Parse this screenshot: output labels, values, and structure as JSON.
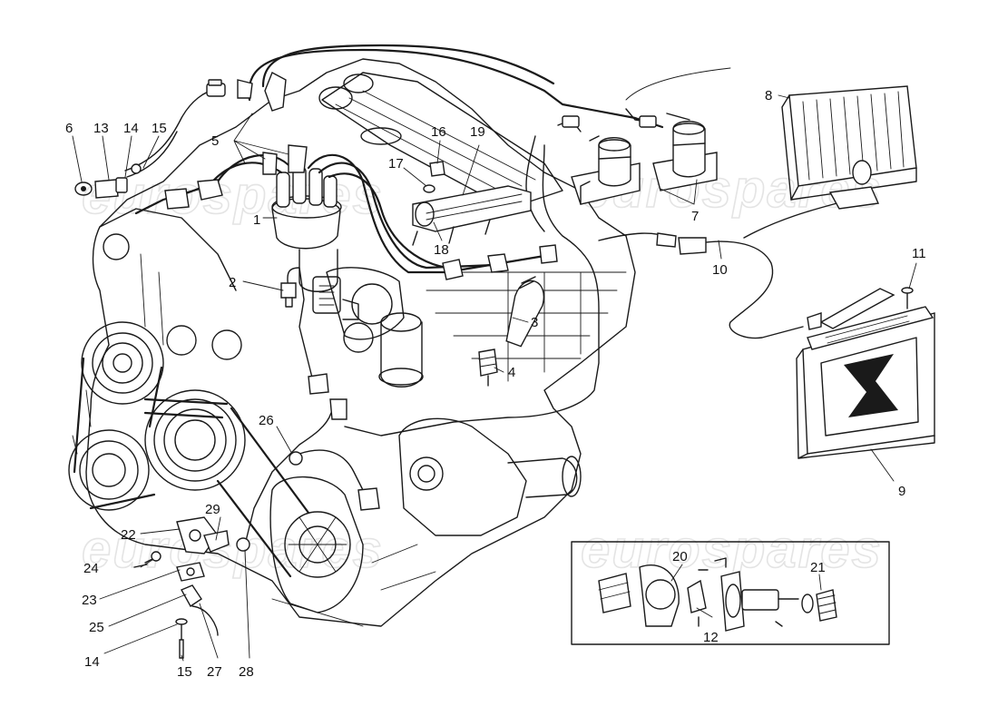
{
  "watermark": {
    "text": "eurospares",
    "color": "#e4e4e4"
  },
  "labels": [
    {
      "key": "l1",
      "text": "1"
    },
    {
      "key": "l2",
      "text": "2"
    },
    {
      "key": "l3",
      "text": "3"
    },
    {
      "key": "l4",
      "text": "4"
    },
    {
      "key": "l5",
      "text": "5"
    },
    {
      "key": "l6",
      "text": "6"
    },
    {
      "key": "l7",
      "text": "7"
    },
    {
      "key": "l8",
      "text": "8"
    },
    {
      "key": "l9",
      "text": "9"
    },
    {
      "key": "l10",
      "text": "10"
    },
    {
      "key": "l11",
      "text": "11"
    },
    {
      "key": "l12",
      "text": "12"
    },
    {
      "key": "l13",
      "text": "13"
    },
    {
      "key": "l14a",
      "text": "14"
    },
    {
      "key": "l15a",
      "text": "15"
    },
    {
      "key": "l16",
      "text": "16"
    },
    {
      "key": "l17",
      "text": "17"
    },
    {
      "key": "l18",
      "text": "18"
    },
    {
      "key": "l19",
      "text": "19"
    },
    {
      "key": "l20",
      "text": "20"
    },
    {
      "key": "l21",
      "text": "21"
    },
    {
      "key": "l22",
      "text": "22"
    },
    {
      "key": "l23",
      "text": "23"
    },
    {
      "key": "l24",
      "text": "24"
    },
    {
      "key": "l25",
      "text": "25"
    },
    {
      "key": "l26",
      "text": "26"
    },
    {
      "key": "l27",
      "text": "27"
    },
    {
      "key": "l28",
      "text": "28"
    },
    {
      "key": "l29",
      "text": "29"
    },
    {
      "key": "l14b",
      "text": "14"
    },
    {
      "key": "l15b",
      "text": "15"
    }
  ],
  "colors": {
    "ink": "#1a1a1a",
    "background": "#ffffff"
  }
}
